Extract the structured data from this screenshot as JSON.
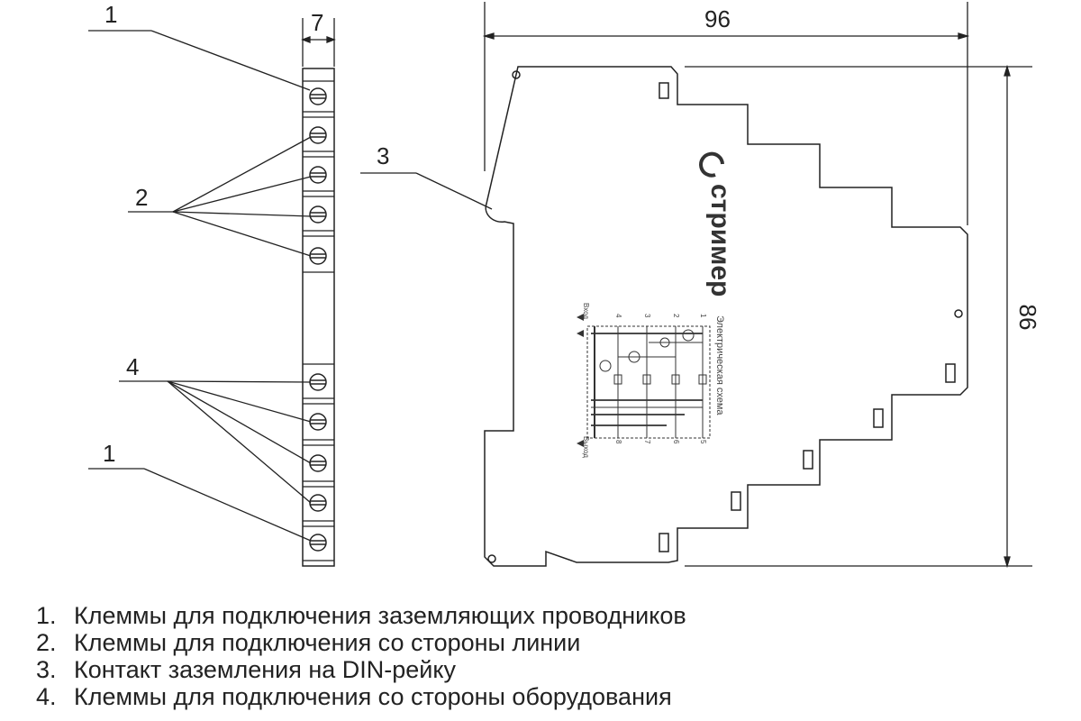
{
  "callouts": {
    "ground_top": "1",
    "line_side": "2",
    "din_contact": "3",
    "equipment_side": "4",
    "ground_bottom": "1"
  },
  "dimensions": {
    "width_side": "7",
    "width_front": "96",
    "height": "86"
  },
  "device": {
    "brand": "стример",
    "schematic_title": "Электрическая схема",
    "input_label": "Вход",
    "output_label": "Выход",
    "terminal_numbers_top": [
      "1",
      "2",
      "3",
      "4"
    ],
    "terminal_numbers_bottom": [
      "5",
      "6",
      "7",
      "8"
    ]
  },
  "legend": [
    {
      "num": "1.",
      "text": "Клеммы для подключения заземляющих проводников"
    },
    {
      "num": "2.",
      "text": "Клеммы для подключения со стороны линии"
    },
    {
      "num": "3.",
      "text": "Контакт заземления на DIN-рейку"
    },
    {
      "num": "4.",
      "text": "Клеммы для подключения со стороны оборудования"
    }
  ]
}
